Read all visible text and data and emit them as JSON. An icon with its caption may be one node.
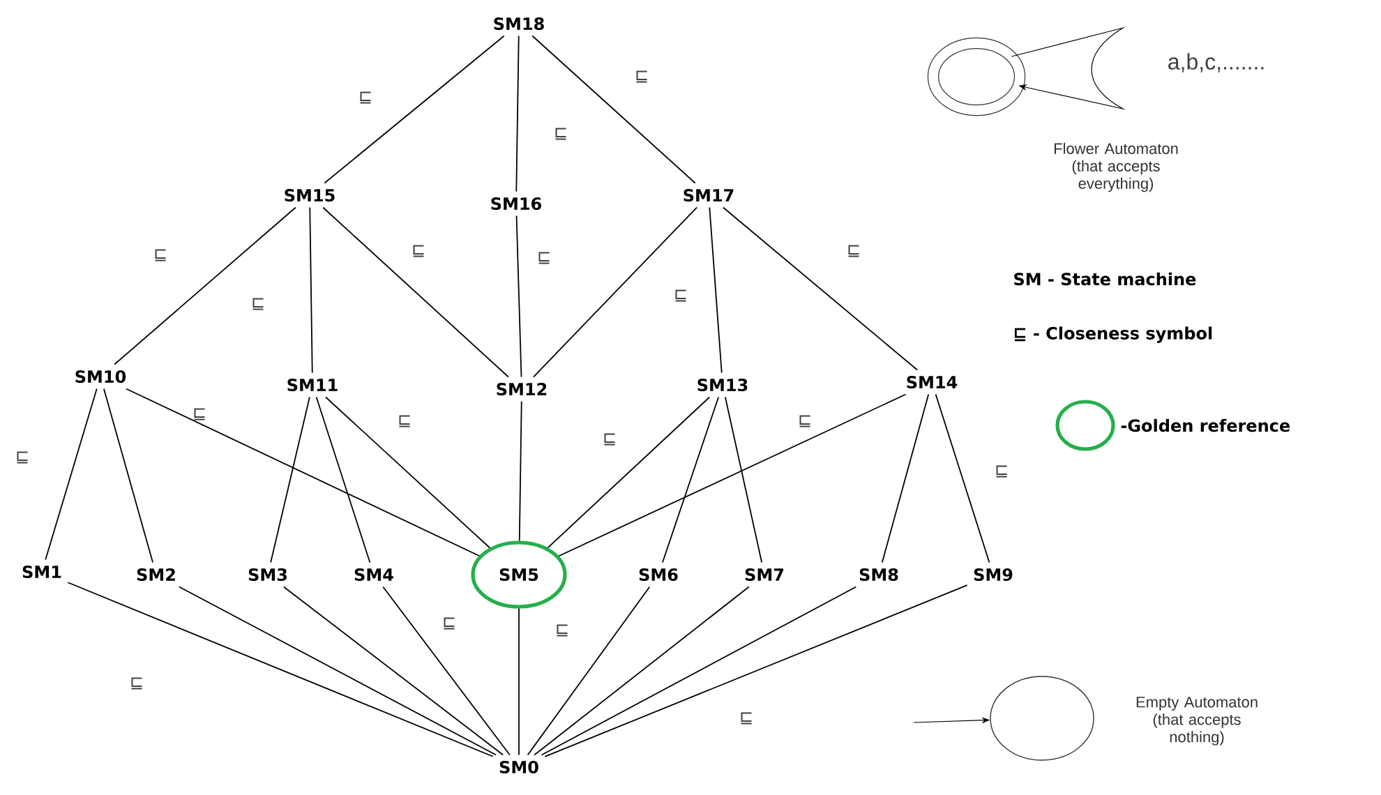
{
  "diagram": {
    "nodes": [
      {
        "text": [
          "SM18"
        ]
      },
      {
        "text": [
          "SM15"
        ]
      },
      {
        "text": [
          "SM16"
        ]
      },
      {
        "text": [
          "SM17"
        ]
      },
      {
        "text": [
          "SM10"
        ]
      },
      {
        "text": [
          "SM11"
        ]
      },
      {
        "text": [
          "SM12"
        ]
      },
      {
        "text": [
          "SM13"
        ]
      },
      {
        "text": [
          "SM14"
        ]
      },
      {
        "text": [
          "SM1"
        ]
      },
      {
        "text": [
          "SM2"
        ]
      },
      {
        "text": [
          "SM3"
        ]
      },
      {
        "text": [
          "SM4"
        ]
      },
      {
        "text": [
          "SM5"
        ]
      },
      {
        "text": [
          "SM6"
        ]
      },
      {
        "text": [
          "SM7"
        ]
      },
      {
        "text": [
          "SM8"
        ]
      },
      {
        "text": [
          "SM9"
        ]
      },
      {
        "text": [
          "SM0"
        ]
      },
      {
        "text": [],
        "shape": "circle",
        "beside": [
          "Flower Automaton (that accepts everything)"
        ]
      },
      {
        "text": [],
        "shape": "circle",
        "beside": [
          "Empty Automaton (that accepts nothing)"
        ]
      }
    ],
    "edges": [
      {
        "from": 0,
        "to": 1,
        "arrow": "none",
        "label": "⊑"
      },
      {
        "from": 0,
        "to": 2,
        "arrow": "none",
        "label": "⊑"
      },
      {
        "from": 0,
        "to": 3,
        "arrow": "none",
        "label": "⊑"
      },
      {
        "from": 1,
        "to": 4,
        "arrow": "none",
        "label": "⊑"
      },
      {
        "from": 1,
        "to": 5,
        "arrow": "none",
        "label": "⊑"
      },
      {
        "from": 1,
        "to": 6,
        "arrow": "none",
        "label": "⊑"
      },
      {
        "from": 2,
        "to": 6,
        "arrow": "none",
        "label": "⊑"
      },
      {
        "from": 3,
        "to": 6,
        "arrow": "none",
        "label": "⊑"
      },
      {
        "from": 3,
        "to": 7,
        "arrow": "none"
      },
      {
        "from": 3,
        "to": 8,
        "arrow": "none",
        "label": "⊑"
      },
      {
        "from": 4,
        "to": 9,
        "arrow": "none",
        "label": "⊑"
      },
      {
        "from": 4,
        "to": 10,
        "arrow": "none"
      },
      {
        "from": 4,
        "to": 13,
        "arrow": "none",
        "label": "⊑"
      },
      {
        "from": 5,
        "to": 11,
        "arrow": "none"
      },
      {
        "from": 5,
        "to": 12,
        "arrow": "none"
      },
      {
        "from": 5,
        "to": 13,
        "arrow": "none",
        "label": "⊑"
      },
      {
        "from": 6,
        "to": 13,
        "arrow": "none"
      },
      {
        "from": 7,
        "to": 13,
        "arrow": "none",
        "label": "⊑"
      },
      {
        "from": 7,
        "to": 14,
        "arrow": "none"
      },
      {
        "from": 7,
        "to": 15,
        "arrow": "none"
      },
      {
        "from": 8,
        "to": 13,
        "arrow": "none",
        "label": "⊑"
      },
      {
        "from": 8,
        "to": 16,
        "arrow": "none"
      },
      {
        "from": 8,
        "to": 17,
        "arrow": "none",
        "label": "⊑"
      },
      {
        "from": 9,
        "to": 18,
        "arrow": "none",
        "label": "⊑"
      },
      {
        "from": 10,
        "to": 18,
        "arrow": "none"
      },
      {
        "from": 11,
        "to": 18,
        "arrow": "none"
      },
      {
        "from": 12,
        "to": 18,
        "arrow": "none",
        "label": "⊑"
      },
      {
        "from": 13,
        "to": 18,
        "arrow": "none",
        "label": "⊑"
      },
      {
        "from": 14,
        "to": 18,
        "arrow": "none"
      },
      {
        "from": 15,
        "to": 18,
        "arrow": "none"
      },
      {
        "from": 16,
        "to": 18,
        "arrow": "none"
      },
      {
        "from": 17,
        "to": 18,
        "arrow": "none",
        "label": "⊑"
      },
      {
        "from": 19,
        "to": 19,
        "arrow": "to",
        "label": "a,b,c,......."
      },
      {
        "from": null,
        "to": 20,
        "arrow": "to"
      }
    ],
    "labels": [
      "SM - State machine",
      "⊑ - Closeness symbol"
    ],
    "legend": [
      {
        "text": "-Golden reference",
        "color": "#22b04a"
      }
    ]
  }
}
